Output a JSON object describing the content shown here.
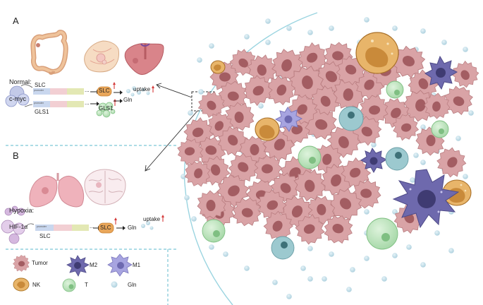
{
  "panel_a": {
    "letter": "A",
    "condition": "Normal:",
    "regulator": "c-myc",
    "gene_slc": "SLC",
    "gene_gls1": "GLS1",
    "promoter": "promoter",
    "ellipsis": "...",
    "product_slc": "SLC",
    "product_gls1": "GLS1",
    "substrate": "Gln",
    "uptake": "uptake"
  },
  "panel_b": {
    "letter": "B",
    "condition": "Hypoxia:",
    "regulator": "HIF-1α",
    "gene_slc": "SLC",
    "promoter": "promoter",
    "ellipsis": "...",
    "product_slc": "SLC",
    "substrate": "Gln",
    "uptake": "uptake"
  },
  "legend": {
    "tumor": "Tumor",
    "m2": "M2",
    "m1": "M1",
    "nk": "NK",
    "t": "T",
    "gln": "Gln"
  },
  "colors": {
    "tumor_fill": "#d9a3a6",
    "tumor_nucleus": "#a35d62",
    "m2_fill": "#7b76b8",
    "m1_fill": "#9a97d6",
    "nk_fill": "#e8b56a",
    "t_fill": "#b8e3ba",
    "gln_fill": "#bcd9e6",
    "up_arrow": "#d43a3a",
    "divider": "#7cc6d6"
  },
  "icons": [
    "colon-icon",
    "breast-icon",
    "liver-icon",
    "lung-icon",
    "brain-icon",
    "gln-molecule-icon"
  ]
}
